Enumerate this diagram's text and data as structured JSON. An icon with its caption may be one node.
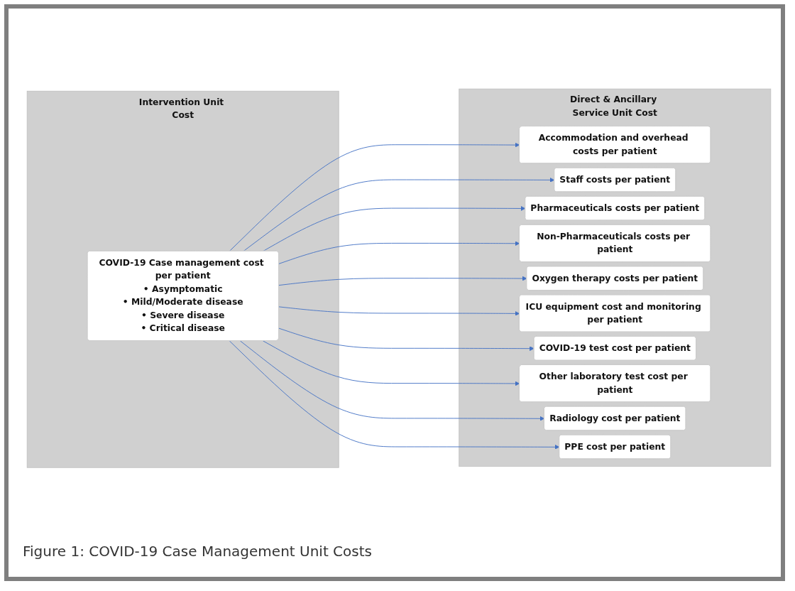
{
  "diagram": {
    "nodes": [
      {
        "text": [
          "Intervention Unit Cost"
        ]
      },
      {
        "text": [
          "COVID-19 Case management cost per patient",
          "• Asymptomatic",
          "• Mild/Moderate disease",
          "• Severe disease",
          "• Critical disease"
        ],
        "in": 0
      },
      {
        "text": [
          "Direct & Ancillary Service Unit Cost"
        ]
      },
      {
        "text": [
          "Accommodation and overhead costs per patient"
        ],
        "in": 2
      },
      {
        "text": [
          "Staff costs per patient"
        ],
        "in": 2
      },
      {
        "text": [
          "Pharmaceuticals costs per patient"
        ],
        "in": 2
      },
      {
        "text": [
          "Non-Pharmaceuticals costs per patient"
        ],
        "in": 2
      },
      {
        "text": [
          "Oxygen therapy costs per patient"
        ],
        "in": 2
      },
      {
        "text": [
          "ICU equipment cost and monitoring per patient"
        ],
        "in": 2
      },
      {
        "text": [
          "COVID-19 test cost per patient"
        ],
        "in": 2
      },
      {
        "text": [
          "Other laboratory test cost per patient"
        ],
        "in": 2
      },
      {
        "text": [
          "Radiology cost per patient"
        ],
        "in": 2
      },
      {
        "text": [
          "PPE cost per patient"
        ],
        "in": 2
      }
    ],
    "edges": [
      {
        "from": 1,
        "to": 3,
        "arrow": "to"
      },
      {
        "from": 1,
        "to": 4,
        "arrow": "to"
      },
      {
        "from": 1,
        "to": 5,
        "arrow": "to"
      },
      {
        "from": 1,
        "to": 6,
        "arrow": "to"
      },
      {
        "from": 1,
        "to": 7,
        "arrow": "to"
      },
      {
        "from": 1,
        "to": 8,
        "arrow": "to"
      },
      {
        "from": 1,
        "to": 9,
        "arrow": "to"
      },
      {
        "from": 1,
        "to": 10,
        "arrow": "to"
      },
      {
        "from": 1,
        "to": 11,
        "arrow": "to"
      },
      {
        "from": 1,
        "to": 12,
        "arrow": "to"
      }
    ],
    "caption": "Figure 1: COVID-19 Case Management Unit Costs"
  }
}
